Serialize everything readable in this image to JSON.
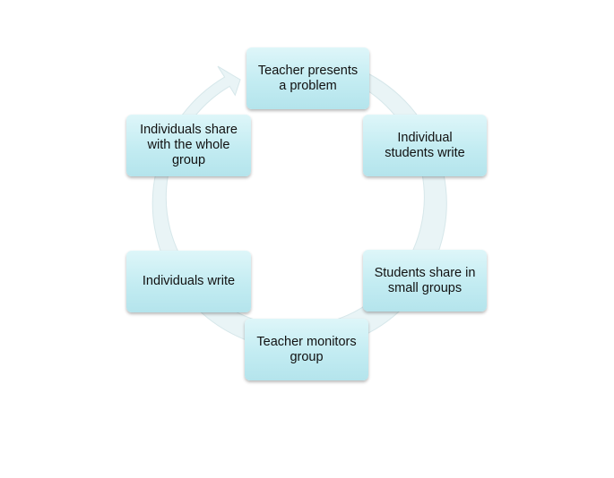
{
  "diagram": {
    "type": "cycle",
    "colors": {
      "node_fill_top": "#def6f9",
      "node_fill_bottom": "#b4e4ec",
      "ring": "#e9f4f6",
      "ring_edge": "#d6e7ea",
      "text": "#111111"
    },
    "nodes": [
      {
        "label": "Teacher presents\na problem"
      },
      {
        "label": "Individual\nstudents write"
      },
      {
        "label": "Students share in\nsmall groups"
      },
      {
        "label": "Teacher monitors\ngroup"
      },
      {
        "label": "Individuals write"
      },
      {
        "label": "Individuals share\nwith the whole\ngroup"
      }
    ]
  }
}
